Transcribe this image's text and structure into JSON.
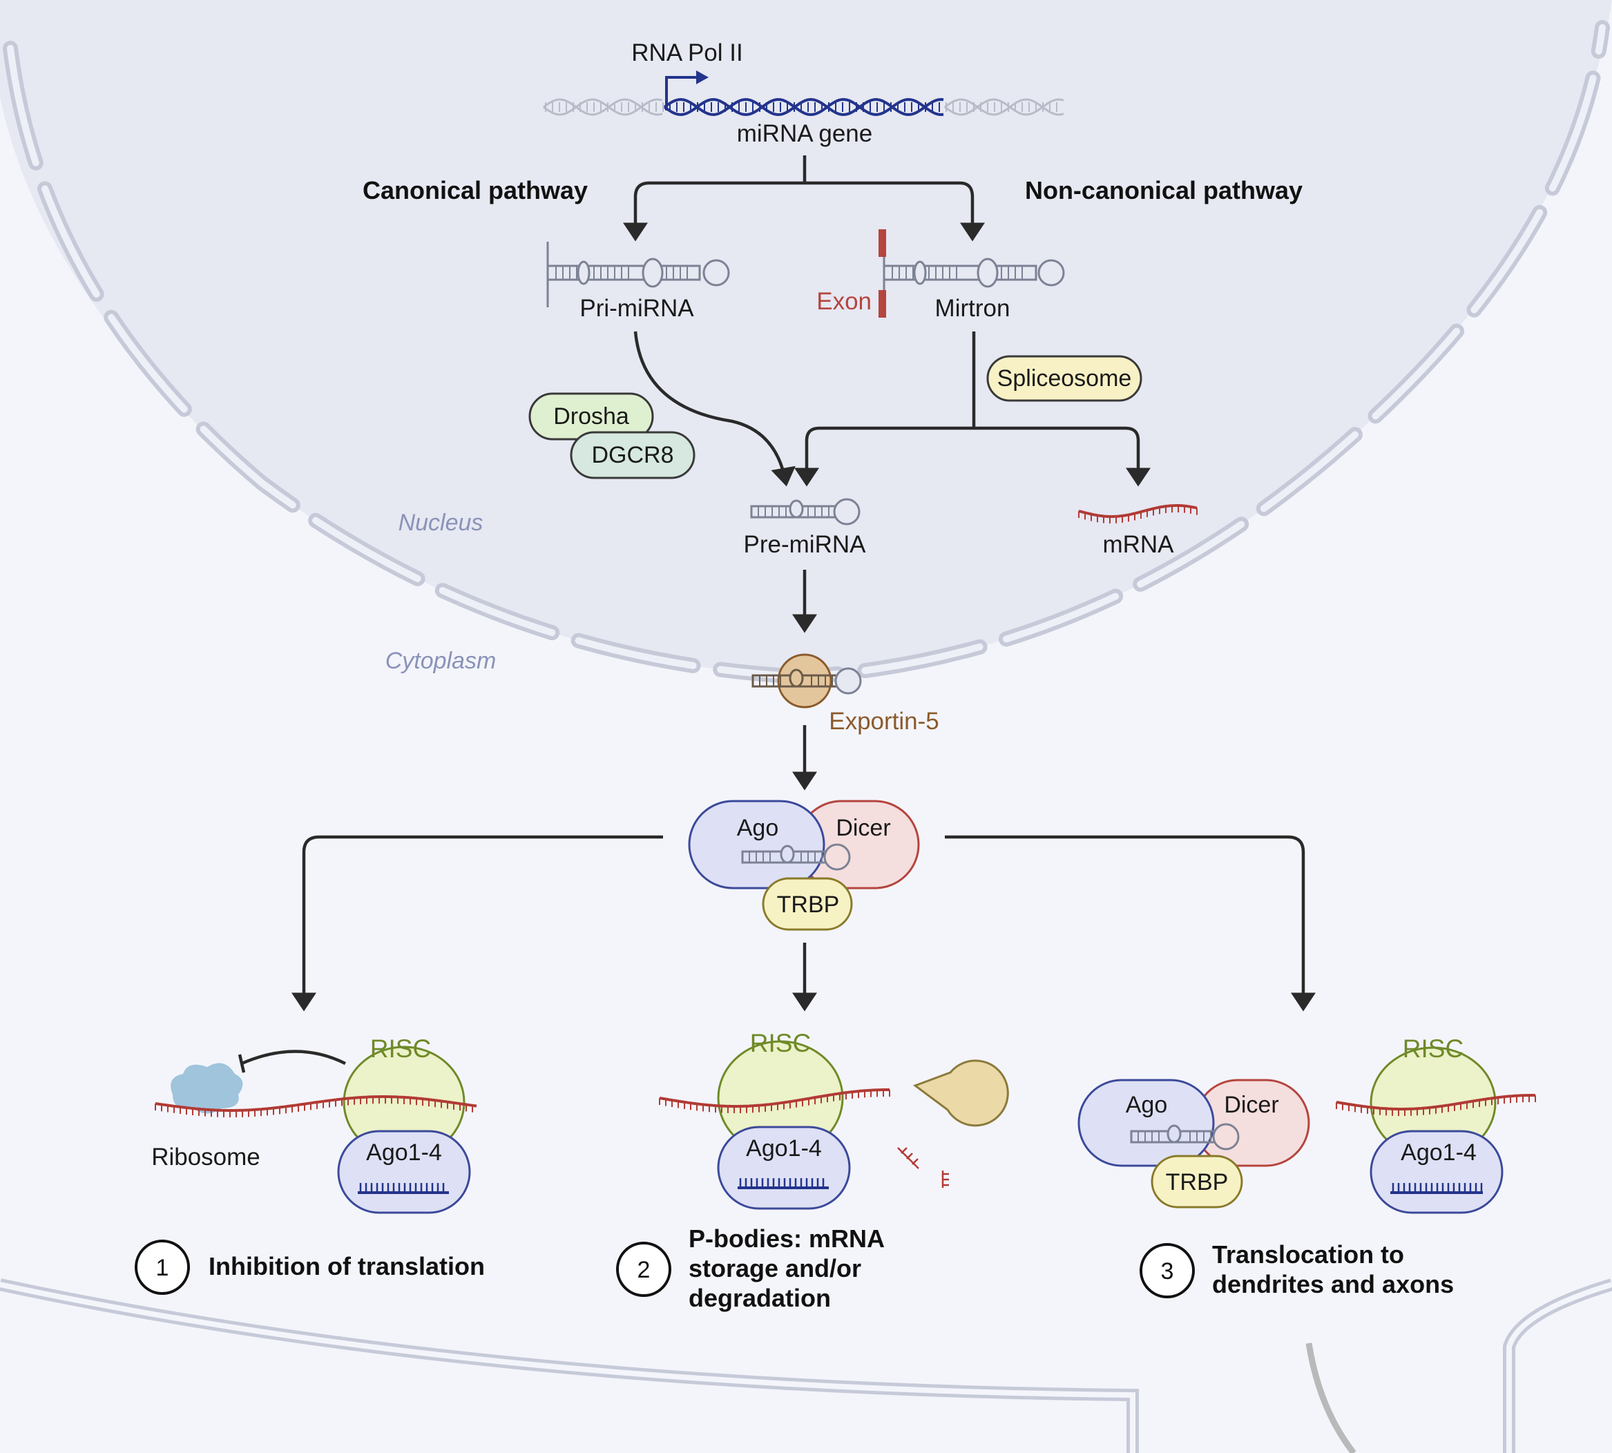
{
  "labels": {
    "rna_pol": "RNA Pol II",
    "gene": "miRNA gene",
    "canonical": "Canonical pathway",
    "noncanonical": "Non-canonical pathway",
    "pri_mirna": "Pri-miRNA",
    "exon": "Exon",
    "mirtron": "Mirtron",
    "spliceosome": "Spliceosome",
    "drosha": "Drosha",
    "dgcr8": "DGCR8",
    "nucleus": "Nucleus",
    "pre_mirna": "Pre-miRNA",
    "mrna": "mRNA",
    "cytoplasm": "Cytoplasm",
    "exportin": "Exportin-5",
    "ago": "Ago",
    "dicer": "Dicer",
    "trbp": "TRBP",
    "risc": "RISC",
    "ago14": "Ago1-4",
    "ribosome": "Ribosome"
  },
  "outcomes": [
    {
      "number": "1",
      "lines": [
        "Inhibition of translation"
      ]
    },
    {
      "number": "2",
      "lines": [
        "P-bodies: mRNA",
        "storage and/or",
        "degradation"
      ]
    },
    {
      "number": "3",
      "lines": [
        "Translocation to",
        "dendrites and axons"
      ]
    }
  ],
  "colors": {
    "nucleus_fill": "#e6e8f2",
    "cytoplasm_fill": "#f4f5fb",
    "membrane": "#c6cad8",
    "dna_blue": "#23348c",
    "rna_red": "#b23a34",
    "drosha": "#dff0d0",
    "dgcr8": "#d6e8df",
    "spliceosome": "#f8f1c5",
    "ago": "#dee0f5",
    "dicer": "#f5dede",
    "trbp": "#f7f2c4",
    "risc": "#ecf2c9",
    "exportin": "#e3c69c",
    "ribosome": "#9fc4dc",
    "nuclease": "#ecd9a8"
  }
}
